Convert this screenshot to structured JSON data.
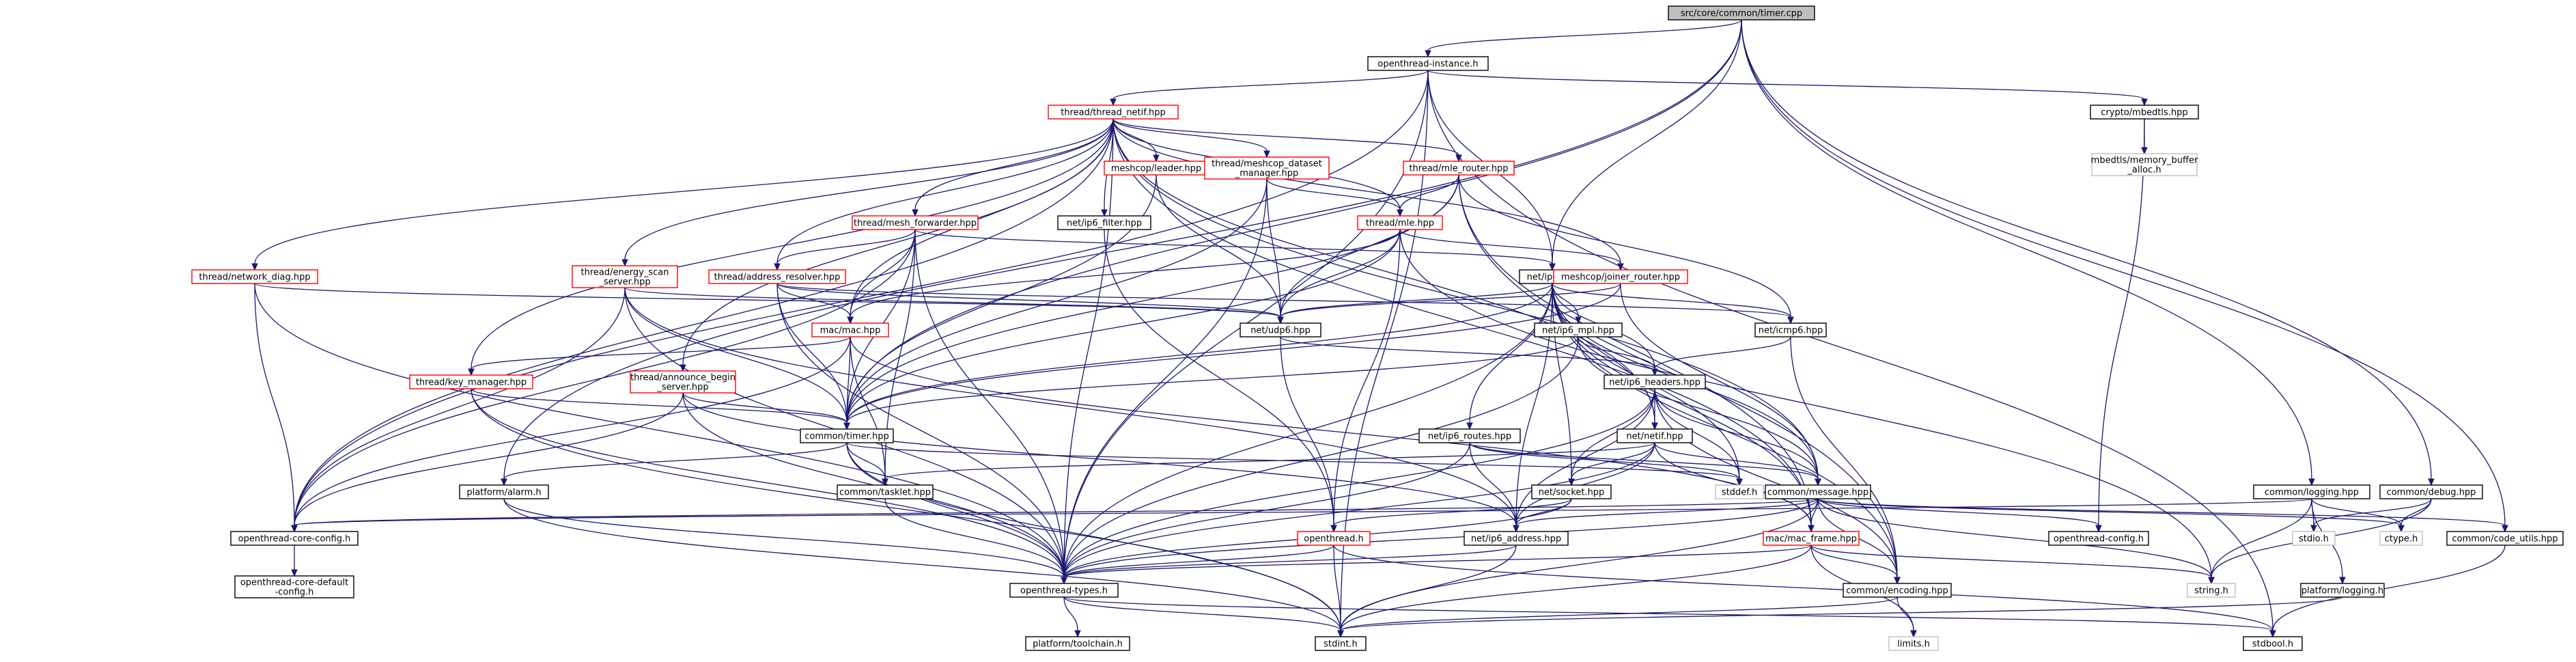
{
  "colors": {
    "edge": "#191970",
    "normal": "#000000",
    "incomplete": "#ff0000",
    "external": "#bfbfbf",
    "root_fill": "#bfbfbf"
  },
  "nodes": [
    {
      "id": "root",
      "label": [
        "src/core/common/timer.cpp"
      ],
      "kind": "root"
    },
    {
      "id": "oti",
      "label": [
        "openthread-instance.h"
      ],
      "kind": "normal"
    },
    {
      "id": "tnetif",
      "label": [
        "thread/thread_netif.hpp"
      ],
      "kind": "incomplete"
    },
    {
      "id": "cmbed",
      "label": [
        "crypto/mbedtls.hpp"
      ],
      "kind": "normal"
    },
    {
      "id": "mbuf",
      "label": [
        "mbedtls/memory_buffer",
        "_alloc.h"
      ],
      "kind": "external"
    },
    {
      "id": "clog",
      "label": [
        "common/logging.hpp"
      ],
      "kind": "normal"
    },
    {
      "id": "cdbg",
      "label": [
        "common/debug.hpp"
      ],
      "kind": "normal"
    },
    {
      "id": "ndiag",
      "label": [
        "thread/network_diag.hpp"
      ],
      "kind": "incomplete"
    },
    {
      "id": "escan",
      "label": [
        "thread/energy_scan",
        "_server.hpp"
      ],
      "kind": "incomplete"
    },
    {
      "id": "mfwd",
      "label": [
        "thread/mesh_forwarder.hpp"
      ],
      "kind": "incomplete"
    },
    {
      "id": "mleader",
      "label": [
        "meshcop/leader.hpp"
      ],
      "kind": "incomplete"
    },
    {
      "id": "ip6filter",
      "label": [
        "net/ip6_filter.hpp"
      ],
      "kind": "normal"
    },
    {
      "id": "mdsm",
      "label": [
        "thread/meshcop_dataset",
        "_manager.hpp"
      ],
      "kind": "incomplete"
    },
    {
      "id": "mler",
      "label": [
        "thread/mle_router.hpp"
      ],
      "kind": "incomplete"
    },
    {
      "id": "mle",
      "label": [
        "thread/mle.hpp"
      ],
      "kind": "incomplete"
    },
    {
      "id": "ares",
      "label": [
        "thread/address_resolver.hpp"
      ],
      "kind": "incomplete"
    },
    {
      "id": "ip6",
      "label": [
        "net/ip6.hpp"
      ],
      "kind": "normal"
    },
    {
      "id": "jrouter",
      "label": [
        "meshcop/joiner_router.hpp"
      ],
      "kind": "incomplete"
    },
    {
      "id": "macmac",
      "label": [
        "mac/mac.hpp"
      ],
      "kind": "incomplete"
    },
    {
      "id": "udp6",
      "label": [
        "net/udp6.hpp"
      ],
      "kind": "normal"
    },
    {
      "id": "ip6mpl",
      "label": [
        "net/ip6_mpl.hpp"
      ],
      "kind": "normal"
    },
    {
      "id": "icmp6",
      "label": [
        "net/icmp6.hpp"
      ],
      "kind": "normal"
    },
    {
      "id": "keymgr",
      "label": [
        "thread/key_manager.hpp"
      ],
      "kind": "incomplete"
    },
    {
      "id": "annb",
      "label": [
        "thread/announce_begin",
        "_server.hpp"
      ],
      "kind": "incomplete"
    },
    {
      "id": "ip6hdr",
      "label": [
        "net/ip6_headers.hpp"
      ],
      "kind": "normal"
    },
    {
      "id": "ip6routes",
      "label": [
        "net/ip6_routes.hpp"
      ],
      "kind": "normal"
    },
    {
      "id": "ctimer",
      "label": [
        "common/timer.hpp"
      ],
      "kind": "normal"
    },
    {
      "id": "netif",
      "label": [
        "net/netif.hpp"
      ],
      "kind": "normal"
    },
    {
      "id": "palarm",
      "label": [
        "platform/alarm.h"
      ],
      "kind": "normal"
    },
    {
      "id": "tasklet",
      "label": [
        "common/tasklet.hpp"
      ],
      "kind": "normal"
    },
    {
      "id": "socket",
      "label": [
        "net/socket.hpp"
      ],
      "kind": "normal"
    },
    {
      "id": "stddef",
      "label": [
        "stddef.h"
      ],
      "kind": "external"
    },
    {
      "id": "cmsg",
      "label": [
        "common/message.hpp"
      ],
      "kind": "normal"
    },
    {
      "id": "corecfg",
      "label": [
        "openthread-core-config.h"
      ],
      "kind": "normal"
    },
    {
      "id": "othread",
      "label": [
        "openthread.h"
      ],
      "kind": "incomplete"
    },
    {
      "id": "ip6addr",
      "label": [
        "net/ip6_address.hpp"
      ],
      "kind": "normal"
    },
    {
      "id": "macframe",
      "label": [
        "mac/mac_frame.hpp"
      ],
      "kind": "incomplete"
    },
    {
      "id": "otcfg",
      "label": [
        "openthread-config.h"
      ],
      "kind": "normal"
    },
    {
      "id": "stdio",
      "label": [
        "stdio.h"
      ],
      "kind": "external"
    },
    {
      "id": "ctype",
      "label": [
        "ctype.h"
      ],
      "kind": "external"
    },
    {
      "id": "cutils",
      "label": [
        "common/code_utils.hpp"
      ],
      "kind": "normal"
    },
    {
      "id": "coredef",
      "label": [
        "openthread-core-default",
        "-config.h"
      ],
      "kind": "normal"
    },
    {
      "id": "ottypes",
      "label": [
        "openthread-types.h"
      ],
      "kind": "normal"
    },
    {
      "id": "cenc",
      "label": [
        "common/encoding.hpp"
      ],
      "kind": "normal"
    },
    {
      "id": "stringh",
      "label": [
        "string.h"
      ],
      "kind": "external"
    },
    {
      "id": "plog",
      "label": [
        "platform/logging.h"
      ],
      "kind": "normal"
    },
    {
      "id": "toolchain",
      "label": [
        "platform/toolchain.h"
      ],
      "kind": "normal"
    },
    {
      "id": "stdint",
      "label": [
        "stdint.h"
      ],
      "kind": "normal"
    },
    {
      "id": "limits",
      "label": [
        "limits.h"
      ],
      "kind": "external"
    },
    {
      "id": "stdbool",
      "label": [
        "stdbool.h"
      ],
      "kind": "normal"
    }
  ],
  "edges": [
    [
      "root",
      "oti"
    ],
    [
      "root",
      "clog"
    ],
    [
      "root",
      "cdbg"
    ],
    [
      "root",
      "cutils"
    ],
    [
      "root",
      "ctimer"
    ],
    [
      "root",
      "palarm"
    ],
    [
      "root",
      "ip6"
    ],
    [
      "oti",
      "tnetif"
    ],
    [
      "oti",
      "cmbed"
    ],
    [
      "oti",
      "ip6"
    ],
    [
      "oti",
      "corecfg"
    ],
    [
      "oti",
      "ottypes"
    ],
    [
      "oti",
      "stdint"
    ],
    [
      "oti",
      "stdbool"
    ],
    [
      "tnetif",
      "ndiag"
    ],
    [
      "tnetif",
      "escan"
    ],
    [
      "tnetif",
      "mfwd"
    ],
    [
      "tnetif",
      "mleader"
    ],
    [
      "tnetif",
      "ip6filter"
    ],
    [
      "tnetif",
      "mdsm"
    ],
    [
      "tnetif",
      "mler"
    ],
    [
      "tnetif",
      "mle"
    ],
    [
      "tnetif",
      "ares"
    ],
    [
      "tnetif",
      "jrouter"
    ],
    [
      "tnetif",
      "macmac"
    ],
    [
      "tnetif",
      "keymgr"
    ],
    [
      "tnetif",
      "annb"
    ],
    [
      "tnetif",
      "netif"
    ],
    [
      "tnetif",
      "corecfg"
    ],
    [
      "tnetif",
      "ottypes"
    ],
    [
      "tnetif",
      "macframe"
    ],
    [
      "tnetif",
      "cmsg"
    ],
    [
      "cmbed",
      "mbuf"
    ],
    [
      "cmbed",
      "otcfg"
    ],
    [
      "clog",
      "corecfg"
    ],
    [
      "clog",
      "stdio"
    ],
    [
      "clog",
      "ctype"
    ],
    [
      "clog",
      "stringh"
    ],
    [
      "clog",
      "plog"
    ],
    [
      "cdbg",
      "stdio"
    ],
    [
      "cdbg",
      "ctype"
    ],
    [
      "cdbg",
      "stringh"
    ],
    [
      "cutils",
      "stdbool"
    ],
    [
      "ndiag",
      "udp6"
    ],
    [
      "ndiag",
      "corecfg"
    ],
    [
      "ndiag",
      "ottypes"
    ],
    [
      "escan",
      "udp6"
    ],
    [
      "escan",
      "ctimer"
    ],
    [
      "escan",
      "corecfg"
    ],
    [
      "escan",
      "ottypes"
    ],
    [
      "escan",
      "ip6addr"
    ],
    [
      "mfwd",
      "ip6"
    ],
    [
      "mfwd",
      "ares"
    ],
    [
      "mfwd",
      "macmac"
    ],
    [
      "mfwd",
      "tasklet"
    ],
    [
      "mfwd",
      "ctimer"
    ],
    [
      "mfwd",
      "corecfg"
    ],
    [
      "mfwd",
      "ottypes"
    ],
    [
      "mleader",
      "udp6"
    ],
    [
      "mleader",
      "ctimer"
    ],
    [
      "ip6filter",
      "othread"
    ],
    [
      "mdsm",
      "mle"
    ],
    [
      "mdsm",
      "udp6"
    ],
    [
      "mdsm",
      "ctimer"
    ],
    [
      "mdsm",
      "ottypes"
    ],
    [
      "mler",
      "mle"
    ],
    [
      "mler",
      "udp6"
    ],
    [
      "mler",
      "ctimer"
    ],
    [
      "mler",
      "icmp6"
    ],
    [
      "mler",
      "cenc"
    ],
    [
      "mler",
      "macframe"
    ],
    [
      "mle",
      "jrouter"
    ],
    [
      "mle",
      "udp6"
    ],
    [
      "mle",
      "macmac"
    ],
    [
      "mle",
      "ctimer"
    ],
    [
      "mle",
      "othread"
    ],
    [
      "mle",
      "stringh"
    ],
    [
      "ares",
      "udp6"
    ],
    [
      "ares",
      "icmp6"
    ],
    [
      "ares",
      "macmac"
    ],
    [
      "ares",
      "ctimer"
    ],
    [
      "ares",
      "ottypes"
    ],
    [
      "jrouter",
      "udp6"
    ],
    [
      "jrouter",
      "ctimer"
    ],
    [
      "jrouter",
      "cmsg"
    ],
    [
      "ip6",
      "udp6"
    ],
    [
      "ip6",
      "ip6mpl"
    ],
    [
      "ip6",
      "icmp6"
    ],
    [
      "ip6",
      "ip6hdr"
    ],
    [
      "ip6",
      "ip6routes"
    ],
    [
      "ip6",
      "netif"
    ],
    [
      "ip6",
      "socket"
    ],
    [
      "ip6",
      "cmsg"
    ],
    [
      "ip6",
      "ip6addr"
    ],
    [
      "ip6",
      "stddef"
    ],
    [
      "ip6",
      "ctimer"
    ],
    [
      "ip6",
      "macframe"
    ],
    [
      "ip6",
      "cenc"
    ],
    [
      "ip6",
      "ottypes"
    ],
    [
      "macmac",
      "keymgr"
    ],
    [
      "macmac",
      "ctimer"
    ],
    [
      "macmac",
      "tasklet"
    ],
    [
      "macmac",
      "corecfg"
    ],
    [
      "macmac",
      "macframe"
    ],
    [
      "udp6",
      "ip6hdr"
    ],
    [
      "udp6",
      "othread"
    ],
    [
      "ip6mpl",
      "ip6hdr"
    ],
    [
      "ip6mpl",
      "ctimer"
    ],
    [
      "ip6mpl",
      "cmsg"
    ],
    [
      "ip6mpl",
      "ottypes"
    ],
    [
      "icmp6",
      "ip6hdr"
    ],
    [
      "icmp6",
      "cenc"
    ],
    [
      "keymgr",
      "ctimer"
    ],
    [
      "keymgr",
      "ottypes"
    ],
    [
      "keymgr",
      "stdint"
    ],
    [
      "annb",
      "ctimer"
    ],
    [
      "annb",
      "corecfg"
    ],
    [
      "annb",
      "ip6addr"
    ],
    [
      "annb",
      "ottypes"
    ],
    [
      "ip6hdr",
      "netif"
    ],
    [
      "ip6hdr",
      "socket"
    ],
    [
      "ip6hdr",
      "cmsg"
    ],
    [
      "ip6hdr",
      "ip6addr"
    ],
    [
      "ip6hdr",
      "stddef"
    ],
    [
      "ip6hdr",
      "cenc"
    ],
    [
      "ip6hdr",
      "ottypes"
    ],
    [
      "ip6routes",
      "stddef"
    ],
    [
      "ip6routes",
      "cmsg"
    ],
    [
      "ip6routes",
      "ip6addr"
    ],
    [
      "ip6routes",
      "ottypes"
    ],
    [
      "ctimer",
      "palarm"
    ],
    [
      "ctimer",
      "tasklet"
    ],
    [
      "ctimer",
      "stddef"
    ],
    [
      "ctimer",
      "ottypes"
    ],
    [
      "ctimer",
      "stdint"
    ],
    [
      "netif",
      "tasklet"
    ],
    [
      "netif",
      "socket"
    ],
    [
      "netif",
      "cmsg"
    ],
    [
      "netif",
      "ip6addr"
    ],
    [
      "netif",
      "macframe"
    ],
    [
      "netif",
      "ottypes"
    ],
    [
      "palarm",
      "stdint"
    ],
    [
      "palarm",
      "ottypes"
    ],
    [
      "tasklet",
      "ottypes"
    ],
    [
      "socket",
      "ip6addr"
    ],
    [
      "socket",
      "othread"
    ],
    [
      "socket",
      "ottypes"
    ],
    [
      "cmsg",
      "corecfg"
    ],
    [
      "cmsg",
      "otcfg"
    ],
    [
      "cmsg",
      "ctype"
    ],
    [
      "cmsg",
      "cutils"
    ],
    [
      "cmsg",
      "ip6addr"
    ],
    [
      "cmsg",
      "macframe"
    ],
    [
      "cmsg",
      "cenc"
    ],
    [
      "cmsg",
      "stringh"
    ],
    [
      "cmsg",
      "ottypes"
    ],
    [
      "cmsg",
      "stdint"
    ],
    [
      "corecfg",
      "coredef"
    ],
    [
      "othread",
      "ottypes"
    ],
    [
      "othread",
      "stdint"
    ],
    [
      "othread",
      "stdbool"
    ],
    [
      "ip6addr",
      "ottypes"
    ],
    [
      "ip6addr",
      "stdint"
    ],
    [
      "macframe",
      "ottypes"
    ],
    [
      "macframe",
      "cenc"
    ],
    [
      "macframe",
      "stringh"
    ],
    [
      "macframe",
      "limits"
    ],
    [
      "macframe",
      "stdint"
    ],
    [
      "ottypes",
      "toolchain"
    ],
    [
      "ottypes",
      "stdint"
    ],
    [
      "ottypes",
      "stdbool"
    ],
    [
      "cenc",
      "limits"
    ],
    [
      "cenc",
      "stdint"
    ],
    [
      "plog",
      "stdint"
    ]
  ]
}
